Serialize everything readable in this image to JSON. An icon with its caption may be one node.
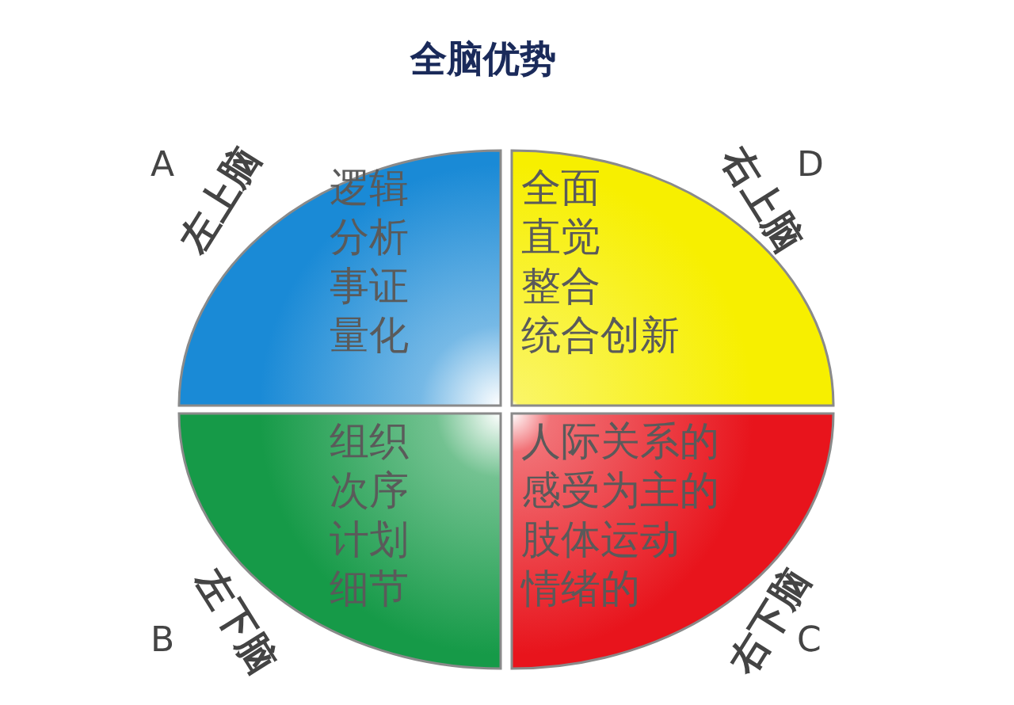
{
  "diagram": {
    "title": "全脑优势",
    "nodes": [
      {
        "text": [
          "逻辑",
          "分析",
          "事证",
          "量化"
        ],
        "beside": [
          "左上脑",
          "A"
        ]
      },
      {
        "text": [
          "全面",
          "直觉",
          "整合",
          "统合创新"
        ],
        "beside": [
          "右上脑",
          "D"
        ]
      },
      {
        "text": [
          "组织",
          "次序",
          "计划",
          "细节"
        ],
        "beside": [
          "左下脑",
          "B"
        ]
      },
      {
        "text": [
          "人际关系的",
          "感受为主的",
          "肢体运动",
          "情绪的"
        ],
        "beside": [
          "右下脑",
          "C"
        ]
      }
    ]
  }
}
